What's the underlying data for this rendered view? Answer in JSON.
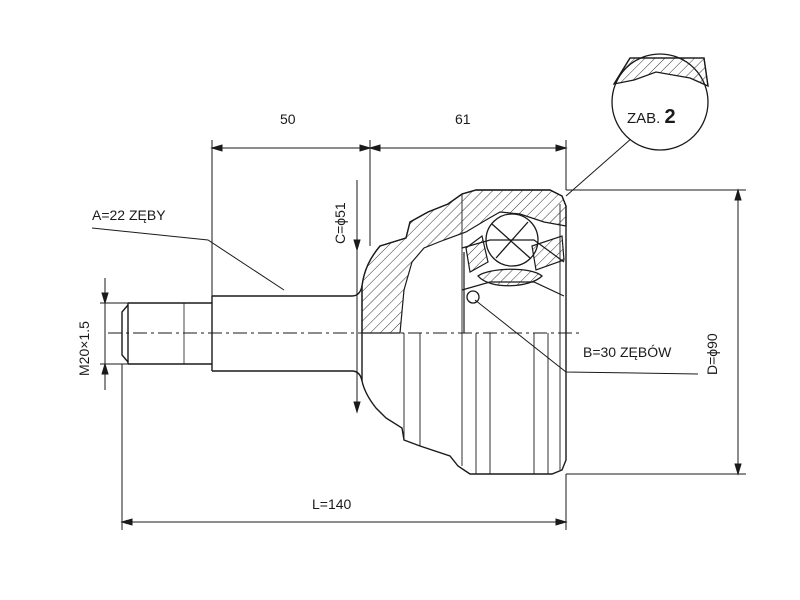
{
  "labels": {
    "splines_outer": "A=22 ZĘBY",
    "splines_inner": "B=30 ZĘBÓW",
    "total_length": "L=140",
    "dim_shaft": "50",
    "dim_housing": "61",
    "diameter_c": "C=ϕ51",
    "thread": "M20×1.5",
    "diameter_d": "D=ϕ90",
    "detail_prefix": "ZAB.",
    "detail_number": "2"
  },
  "colors": {
    "line": "#1a1a1a",
    "hatch": "#333333",
    "background": "#ffffff"
  }
}
